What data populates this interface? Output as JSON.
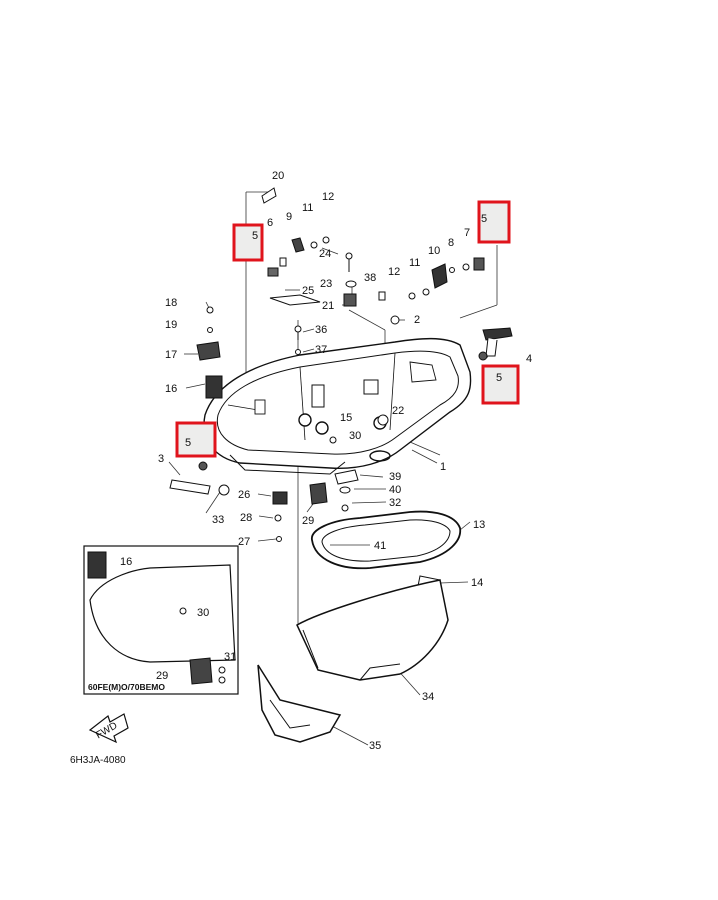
{
  "diagram": {
    "drawing_code": "6H3JA-4080",
    "inset_label": "60FE(M)O/70BEMO",
    "fwd_label": "FWD",
    "highlight_color": "#e0141c",
    "callouts": [
      {
        "id": "1",
        "text": "1"
      },
      {
        "id": "2",
        "text": "2"
      },
      {
        "id": "3",
        "text": "3"
      },
      {
        "id": "4",
        "text": "4"
      },
      {
        "id": "6",
        "text": "6"
      },
      {
        "id": "7",
        "text": "7"
      },
      {
        "id": "8",
        "text": "8"
      },
      {
        "id": "9",
        "text": "9"
      },
      {
        "id": "10",
        "text": "10"
      },
      {
        "id": "11a",
        "text": "11"
      },
      {
        "id": "11b",
        "text": "11"
      },
      {
        "id": "12a",
        "text": "12"
      },
      {
        "id": "12b",
        "text": "12"
      },
      {
        "id": "13",
        "text": "13"
      },
      {
        "id": "14",
        "text": "14"
      },
      {
        "id": "15",
        "text": "15"
      },
      {
        "id": "16",
        "text": "16"
      },
      {
        "id": "16i",
        "text": "16"
      },
      {
        "id": "17",
        "text": "17"
      },
      {
        "id": "18",
        "text": "18"
      },
      {
        "id": "19",
        "text": "19"
      },
      {
        "id": "20",
        "text": "20"
      },
      {
        "id": "21",
        "text": "21"
      },
      {
        "id": "22",
        "text": "22"
      },
      {
        "id": "23",
        "text": "23"
      },
      {
        "id": "24",
        "text": "24"
      },
      {
        "id": "25",
        "text": "25"
      },
      {
        "id": "26",
        "text": "26"
      },
      {
        "id": "27",
        "text": "27"
      },
      {
        "id": "28",
        "text": "28"
      },
      {
        "id": "29",
        "text": "29"
      },
      {
        "id": "29i",
        "text": "29"
      },
      {
        "id": "30",
        "text": "30"
      },
      {
        "id": "30i",
        "text": "30"
      },
      {
        "id": "31",
        "text": "31"
      },
      {
        "id": "32",
        "text": "32"
      },
      {
        "id": "33",
        "text": "33"
      },
      {
        "id": "34",
        "text": "34"
      },
      {
        "id": "35",
        "text": "35"
      },
      {
        "id": "36",
        "text": "36"
      },
      {
        "id": "37",
        "text": "37"
      },
      {
        "id": "38",
        "text": "38"
      },
      {
        "id": "39",
        "text": "39"
      },
      {
        "id": "40",
        "text": "40"
      },
      {
        "id": "41",
        "text": "41"
      }
    ],
    "highlighted": [
      {
        "id": "h1",
        "text": "5"
      },
      {
        "id": "h2",
        "text": "5"
      },
      {
        "id": "h3",
        "text": "5"
      },
      {
        "id": "h4",
        "text": "5"
      }
    ]
  }
}
